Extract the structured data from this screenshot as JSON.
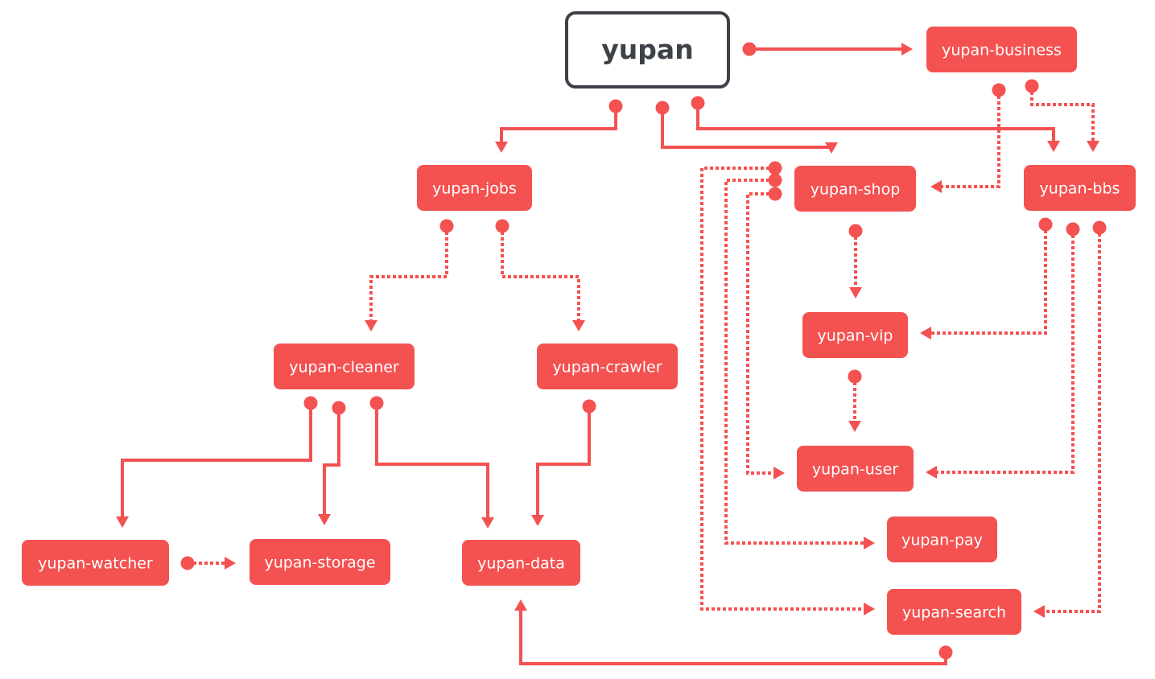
{
  "colors": {
    "accent": "#f45151",
    "root_border": "#3d4148",
    "root_text": "#3d4148",
    "node_text": "#ffffff",
    "background": "#ffffff"
  },
  "nodes": [
    {
      "id": "yupan",
      "label": "yupan",
      "root": true
    },
    {
      "id": "business",
      "label": "yupan-business"
    },
    {
      "id": "jobs",
      "label": "yupan-jobs"
    },
    {
      "id": "shop",
      "label": "yupan-shop"
    },
    {
      "id": "bbs",
      "label": "yupan-bbs"
    },
    {
      "id": "cleaner",
      "label": "yupan-cleaner"
    },
    {
      "id": "crawler",
      "label": "yupan-crawler"
    },
    {
      "id": "vip",
      "label": "yupan-vip"
    },
    {
      "id": "user",
      "label": "yupan-user"
    },
    {
      "id": "pay",
      "label": "yupan-pay"
    },
    {
      "id": "search",
      "label": "yupan-search"
    },
    {
      "id": "watcher",
      "label": "yupan-watcher"
    },
    {
      "id": "storage",
      "label": "yupan-storage"
    },
    {
      "id": "data",
      "label": "yupan-data"
    }
  ],
  "edges": [
    {
      "from": "yupan",
      "to": "business",
      "style": "solid"
    },
    {
      "from": "yupan",
      "to": "jobs",
      "style": "solid"
    },
    {
      "from": "yupan",
      "to": "shop",
      "style": "solid"
    },
    {
      "from": "yupan",
      "to": "bbs",
      "style": "solid"
    },
    {
      "from": "business",
      "to": "shop",
      "style": "dotted"
    },
    {
      "from": "business",
      "to": "bbs",
      "style": "dotted"
    },
    {
      "from": "jobs",
      "to": "cleaner",
      "style": "dotted"
    },
    {
      "from": "jobs",
      "to": "crawler",
      "style": "dotted"
    },
    {
      "from": "shop",
      "to": "vip",
      "style": "dotted"
    },
    {
      "from": "shop",
      "to": "user",
      "style": "dotted"
    },
    {
      "from": "shop",
      "to": "pay",
      "style": "dotted"
    },
    {
      "from": "shop",
      "to": "search",
      "style": "dotted"
    },
    {
      "from": "bbs",
      "to": "vip",
      "style": "dotted"
    },
    {
      "from": "bbs",
      "to": "user",
      "style": "dotted"
    },
    {
      "from": "bbs",
      "to": "search",
      "style": "dotted"
    },
    {
      "from": "vip",
      "to": "user",
      "style": "dotted"
    },
    {
      "from": "cleaner",
      "to": "watcher",
      "style": "solid"
    },
    {
      "from": "cleaner",
      "to": "storage",
      "style": "solid"
    },
    {
      "from": "cleaner",
      "to": "data",
      "style": "solid"
    },
    {
      "from": "crawler",
      "to": "data",
      "style": "solid"
    },
    {
      "from": "watcher",
      "to": "storage",
      "style": "dotted"
    },
    {
      "from": "search",
      "to": "data",
      "style": "solid"
    }
  ]
}
